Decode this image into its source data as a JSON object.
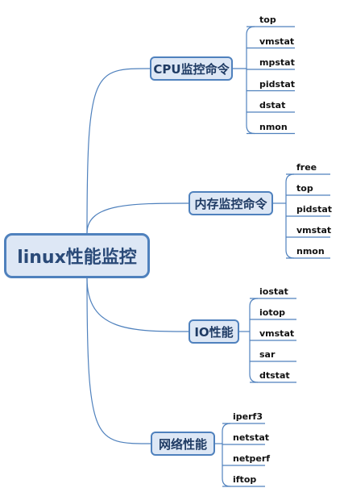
{
  "root": {
    "label": "linux性能监控"
  },
  "branches": [
    {
      "label": "CPU监控命令",
      "leaves": [
        "top",
        "vmstat",
        "mpstat",
        "pidstat",
        "dstat",
        "nmon"
      ]
    },
    {
      "label": "内存监控命令",
      "leaves": [
        "free",
        "top",
        "pidstat",
        "vmstat",
        "nmon"
      ]
    },
    {
      "label": "IO性能",
      "leaves": [
        "iostat",
        "iotop",
        "vmstat",
        "sar",
        "dtstat"
      ]
    },
    {
      "label": "网络性能",
      "leaves": [
        "iperf3",
        "netstat",
        "netperf",
        "iftop"
      ]
    }
  ],
  "colors": {
    "node_fill": "#dde7f5",
    "node_border": "#4f81bd",
    "connector": "#4f81bd"
  }
}
